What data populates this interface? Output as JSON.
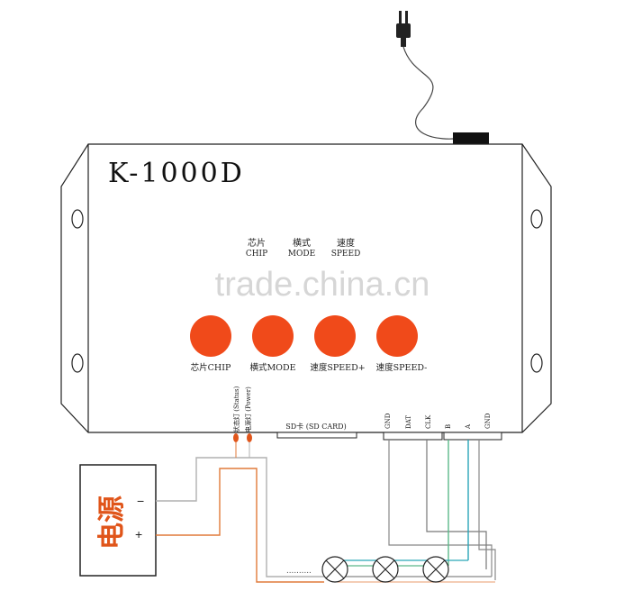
{
  "device": {
    "model": "K-1000D",
    "top_labels": [
      {
        "cn": "芯片",
        "en": "CHIP"
      },
      {
        "cn": "横式",
        "en": "MODE"
      },
      {
        "cn": "速度",
        "en": "SPEED"
      }
    ],
    "buttons": [
      {
        "label": "芯片CHIP"
      },
      {
        "label": "横式MODE"
      },
      {
        "label": "速度SPEED+"
      },
      {
        "label": "速度SPEED-"
      }
    ],
    "leds": {
      "status": "状态灯 (Status)",
      "power": "电源灯 (Power)"
    },
    "sd_slot": "SD卡 (SD CARD)",
    "terminals_left": [
      "GND",
      "DAT",
      "CLK"
    ],
    "terminals_right": [
      "B",
      "A",
      "GND"
    ]
  },
  "power_supply": {
    "title": "电源",
    "minus": "−",
    "plus": "+"
  },
  "dots": "..........",
  "watermark": "trade.china.cn",
  "colors": {
    "button_red": "#f04a1a",
    "positive_wire": "#e07a3a",
    "negative_wire": "#b0b0b0",
    "bus_a_wire": "#2aa6b8",
    "bus_b_wire": "#5cb88a",
    "power_text": "#e0551a"
  }
}
